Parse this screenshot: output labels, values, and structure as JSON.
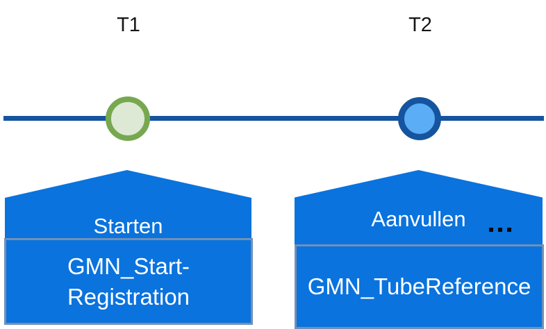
{
  "diagram": {
    "type": "timeline",
    "background_color": "#FFFFFF",
    "axis": {
      "color": "#15549E",
      "orientation": "horizontal"
    },
    "ticks": [
      {
        "id": "t1",
        "label": "T1"
      },
      {
        "id": "t2",
        "label": "T2"
      }
    ],
    "markers": [
      {
        "id": "t1",
        "icon_name": "circle-marker-green",
        "fill_color": "#DDE9D4",
        "border_color": "#77A850"
      },
      {
        "id": "t2",
        "icon_name": "circle-marker-blue",
        "fill_color": "#5BADF6",
        "border_color": "#15549E"
      }
    ],
    "events": [
      {
        "id": "start",
        "action_label": "Starten",
        "object_label": "GMN_Start-Registration",
        "has_ellipsis": false,
        "shape_fill": "#0A73DE",
        "box_border": "#7290B4",
        "text_color": "#FFFFFF"
      },
      {
        "id": "supplement",
        "action_label": "Aanvullen",
        "object_label": "GMN_TubeReference",
        "has_ellipsis": true,
        "ellipsis": "...",
        "shape_fill": "#0A73DE",
        "box_border": "#7290B4",
        "text_color": "#FFFFFF"
      }
    ]
  }
}
